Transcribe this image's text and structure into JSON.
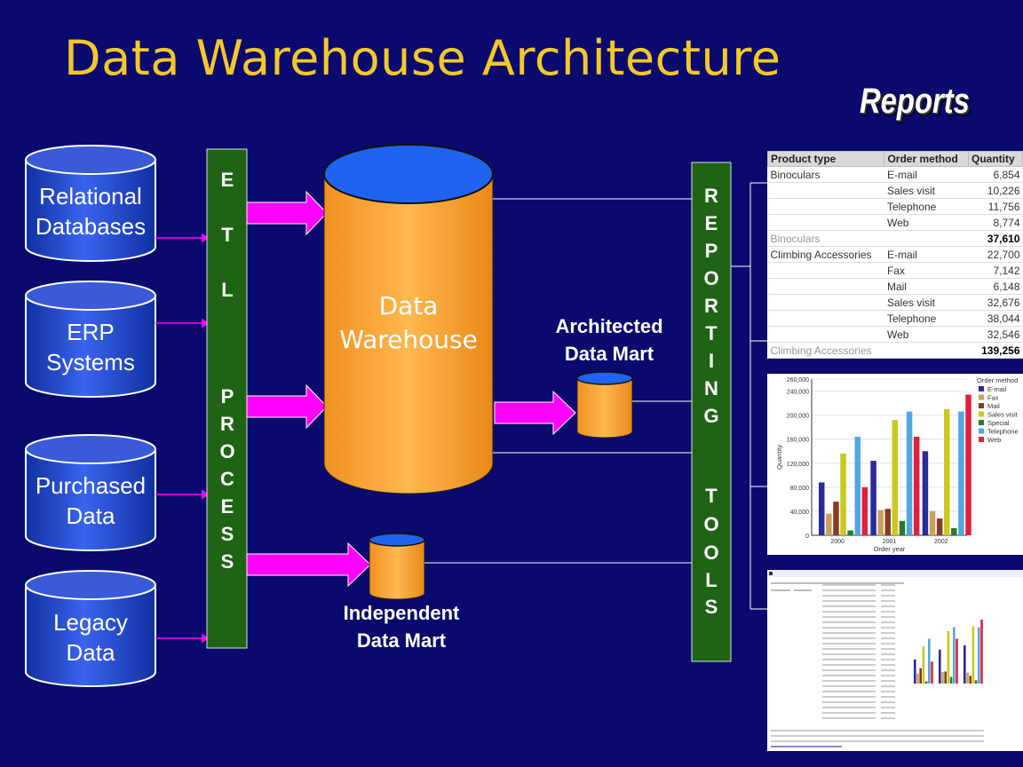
{
  "title": "Data Warehouse Architecture",
  "reports_heading": "Reports",
  "sources": [
    {
      "line1": "Relational",
      "line2": "Databases"
    },
    {
      "line1": "ERP",
      "line2": "Systems"
    },
    {
      "line1": "Purchased",
      "line2": "Data"
    },
    {
      "line1": "Legacy",
      "line2": "Data"
    }
  ],
  "etl_letters": [
    "E",
    "T",
    "L",
    "P",
    "R",
    "O",
    "C",
    "E",
    "S",
    "S"
  ],
  "warehouse": {
    "line1": "Data",
    "line2": "Warehouse"
  },
  "architected_mart": {
    "line1": "Architected",
    "line2": "Data Mart"
  },
  "independent_mart": {
    "line1": "Independent",
    "line2": "Data Mart"
  },
  "reporting_letters": [
    "R",
    "E",
    "P",
    "O",
    "R",
    "T",
    "I",
    "N",
    "G",
    "T",
    "O",
    "O",
    "L",
    "S"
  ],
  "colors": {
    "background": "#0a0a6e",
    "title": "#f4c82a",
    "source_cylinder": "#2040c8",
    "warehouse_body": "#f8a030",
    "warehouse_top": "#1e64f0",
    "etl_bar": "#1e6414",
    "arrow": "#ff00ff"
  },
  "report_table": {
    "headers": [
      "Product type",
      "Order method",
      "Quantity"
    ],
    "rows": [
      [
        "Binoculars",
        "E-mail",
        "6,854"
      ],
      [
        "",
        "Sales visit",
        "10,226"
      ],
      [
        "",
        "Telephone",
        "11,756"
      ],
      [
        "",
        "Web",
        "8,774"
      ],
      [
        "Binoculars",
        "",
        "37,610"
      ],
      [
        "Climbing Accessories",
        "E-mail",
        "22,700"
      ],
      [
        "",
        "Fax",
        "7,142"
      ],
      [
        "",
        "Mail",
        "6,148"
      ],
      [
        "",
        "Sales visit",
        "32,676"
      ],
      [
        "",
        "Telephone",
        "38,044"
      ],
      [
        "",
        "Web",
        "32,546"
      ],
      [
        "Climbing Accessories",
        "",
        "139,256"
      ]
    ]
  },
  "chart_data": {
    "type": "bar",
    "categories": [
      "2000",
      "2001",
      "2002"
    ],
    "xlabel": "Order year",
    "ylabel": "Quantity",
    "ylim": [
      0,
      260000
    ],
    "yticks": [
      "0",
      "40,000",
      "80,000",
      "120,000",
      "160,000",
      "200,000",
      "240,000",
      "260,000"
    ],
    "legend_title": "Order method",
    "legend_position": "top-right",
    "series": [
      {
        "name": "E-mail",
        "color": "#2a2a9a",
        "values": [
          88000,
          124000,
          140000
        ]
      },
      {
        "name": "Fax",
        "color": "#c8a060",
        "values": [
          36000,
          42000,
          40000
        ]
      },
      {
        "name": "Mail",
        "color": "#8a3a20",
        "values": [
          56000,
          44000,
          28000
        ]
      },
      {
        "name": "Sales visit",
        "color": "#c8c820",
        "values": [
          136000,
          192000,
          210000
        ]
      },
      {
        "name": "Special",
        "color": "#2a7a2a",
        "values": [
          8000,
          24000,
          12000
        ]
      },
      {
        "name": "Telephone",
        "color": "#50a8e0",
        "values": [
          164000,
          206000,
          206000
        ]
      },
      {
        "name": "Web",
        "color": "#e02040",
        "values": [
          80000,
          164000,
          234000
        ]
      }
    ]
  }
}
